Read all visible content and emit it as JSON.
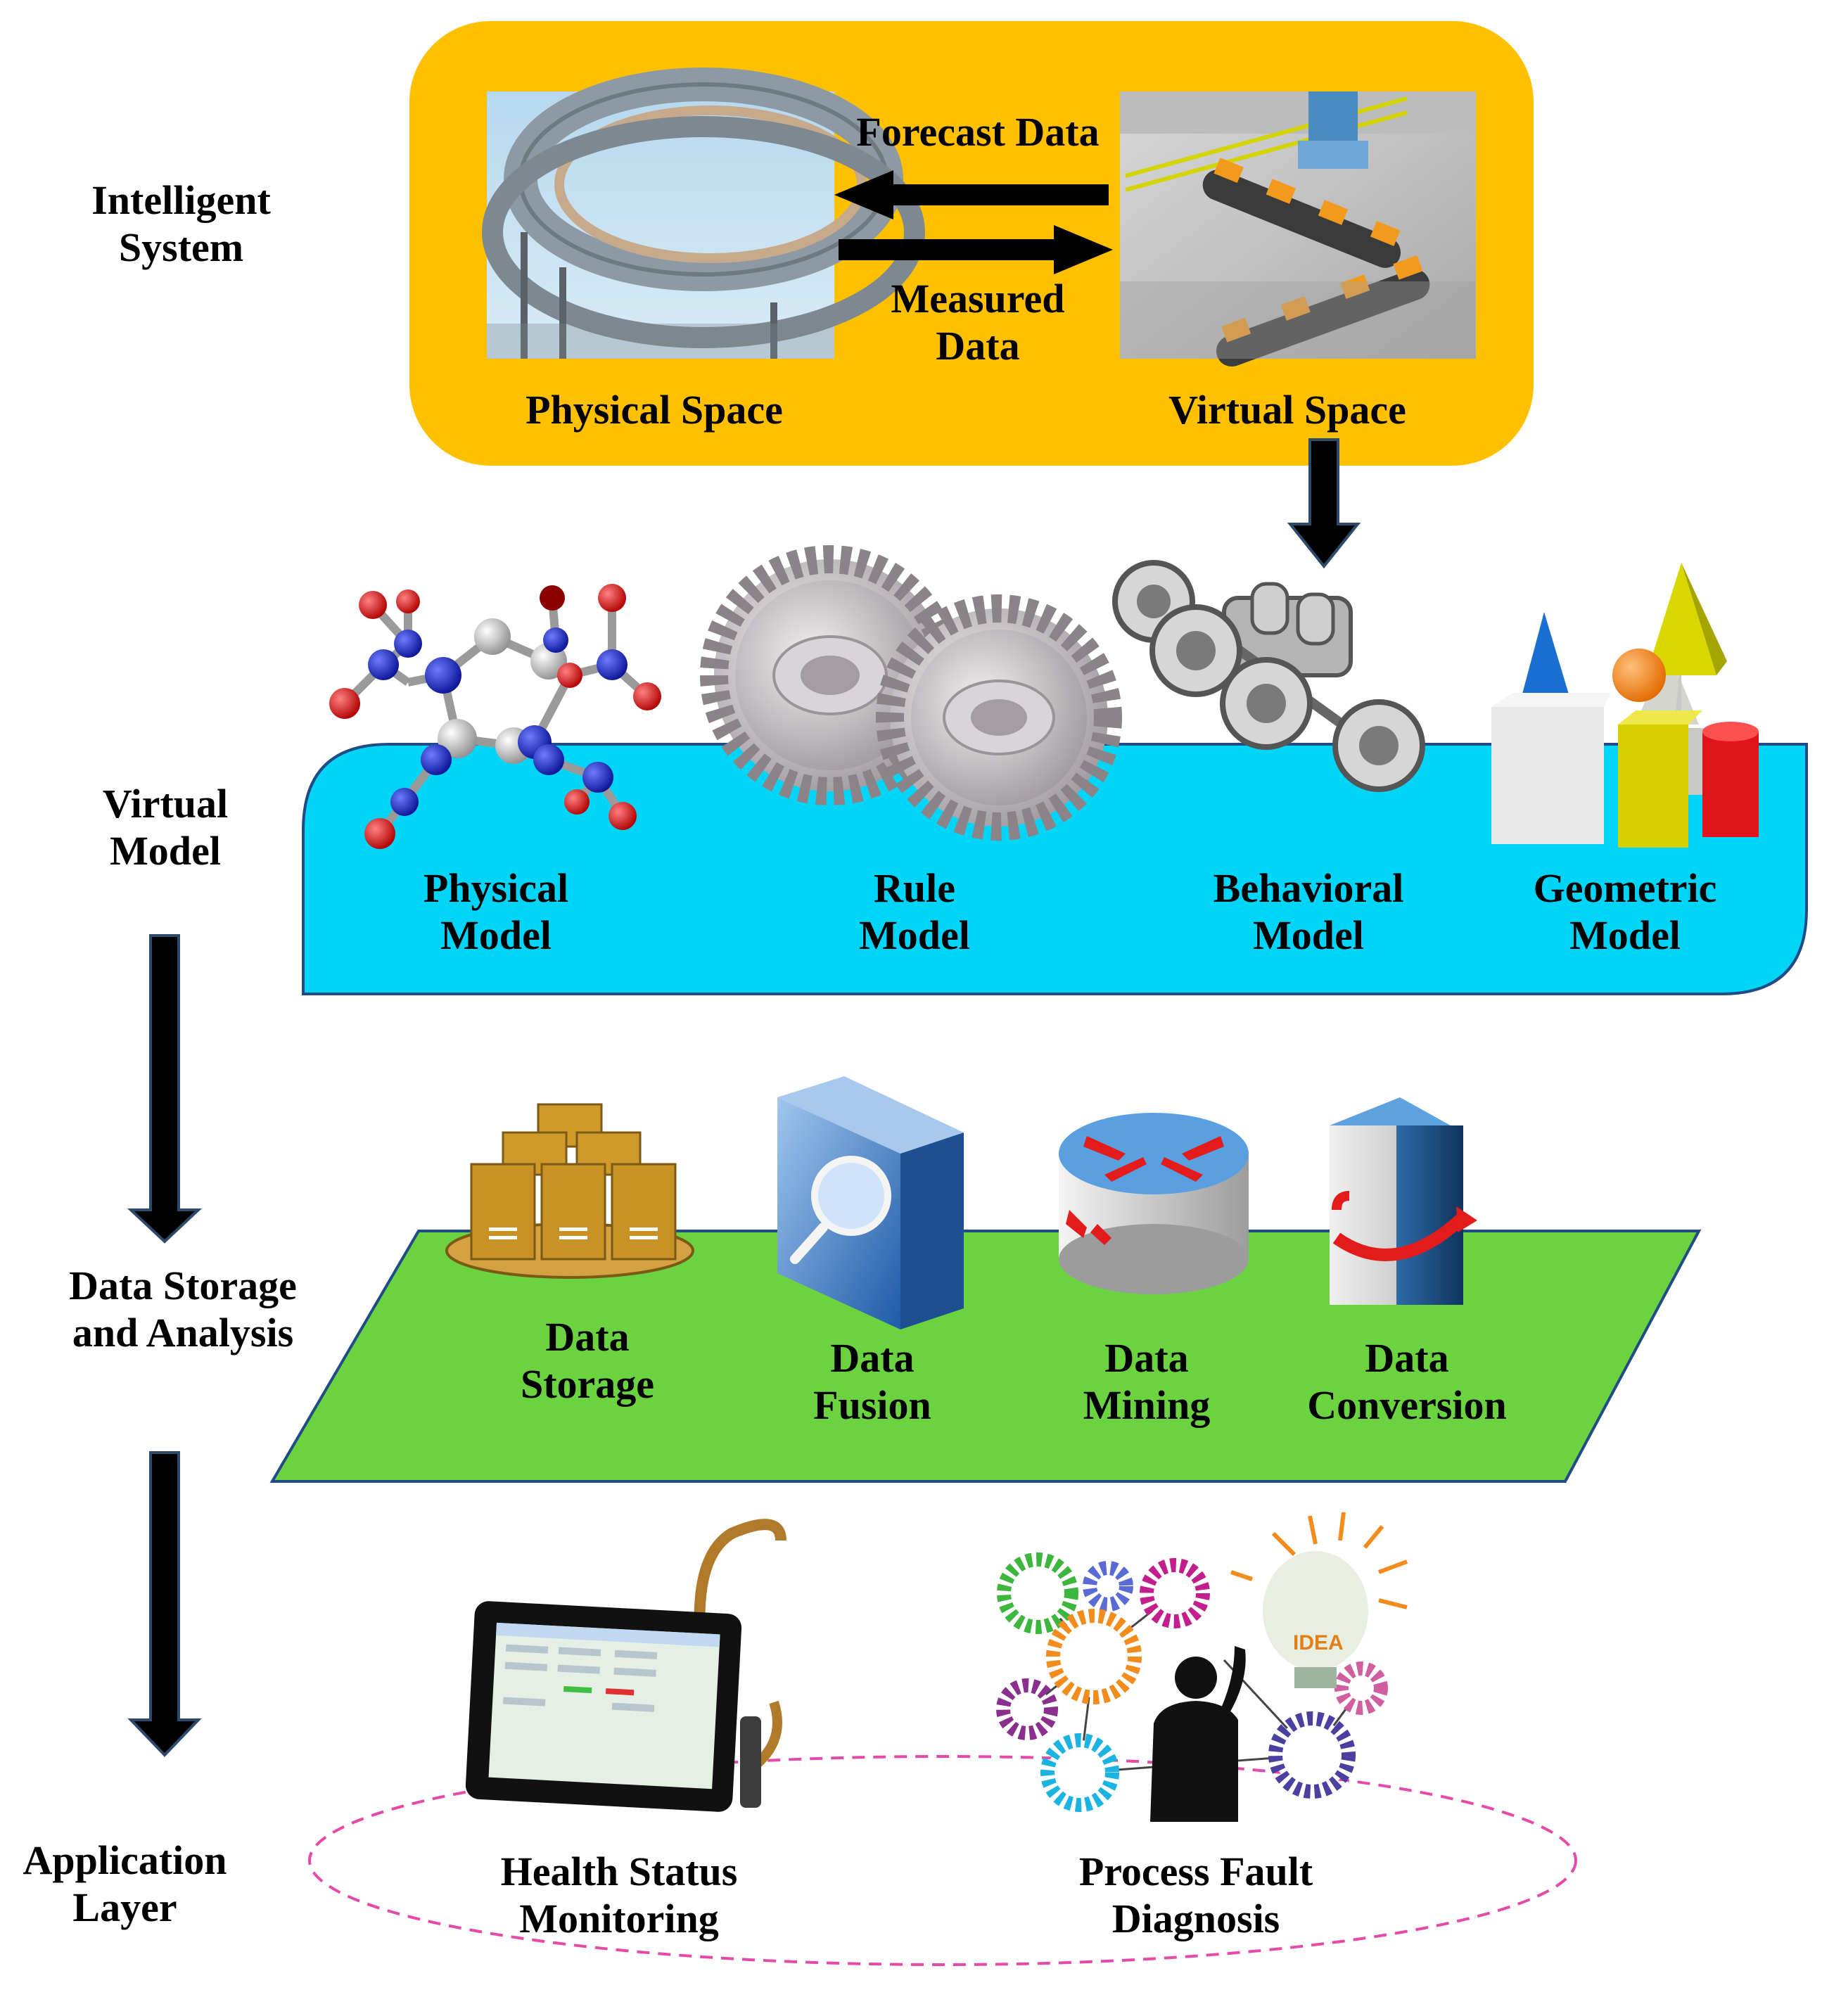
{
  "layers": {
    "intelligent_system": "Intelligent\nSystem",
    "virtual_model": "Virtual\nModel",
    "data_storage_analysis": "Data Storage\nand Analysis",
    "application_layer": "Application\nLayer"
  },
  "intelligent_system": {
    "physical_space": "Physical Space",
    "virtual_space": "Virtual Space",
    "forecast_data": "Forecast Data",
    "measured_data": "Measured\nData"
  },
  "virtual_model": {
    "items": [
      "Physical\nModel",
      "Rule\nModel",
      "Behavioral\nModel",
      "Geometric\nModel"
    ]
  },
  "data_storage": {
    "items": [
      "Data\nStorage",
      "Data\nFusion",
      "Data\nMining",
      "Data\nConversion"
    ]
  },
  "application": {
    "items": [
      "Health Status\nMonitoring",
      "Process Fault\nDiagnosis"
    ],
    "idea_word": "IDEA"
  },
  "colors": {
    "intelligent_panel": "#FFC000",
    "virtual_panel": "#00D5F8",
    "data_panel": "#6BD240",
    "app_ellipse": "#E64AA8",
    "arrow": "#000000"
  }
}
